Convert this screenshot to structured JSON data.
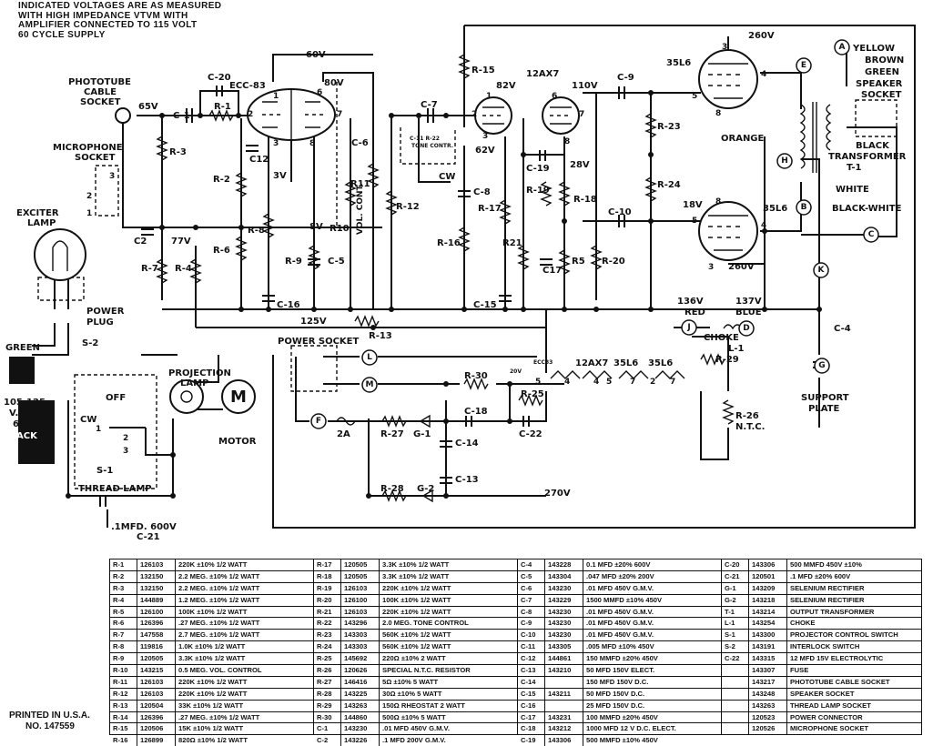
{
  "notes": [
    "INDICATED VOLTAGES ARE AS MEASURED",
    "WITH HIGH IMPEDANCE VTVM WITH",
    "AMPLIFIER CONNECTED TO 115 VOLT",
    "60 CYCLE SUPPLY"
  ],
  "printed": [
    "PRINTED IN U.S.A.",
    "NO. 147559"
  ],
  "tubes": {
    "ecc83": "ECC-83",
    "t12ax7": "12AX7",
    "out1": "35L6",
    "out2": "35L6"
  },
  "voltages": {
    "v60": "60V",
    "v80": "80V",
    "v65": "65V",
    "v3": "3V",
    "v8": "8V",
    "v77": "77V",
    "v125": "125V",
    "v82": "82V",
    "v110": "110V",
    "v62": "62V",
    "v28": "28V",
    "v260a": "260V",
    "v18": "18V",
    "v260b": "260V",
    "v270": "270V",
    "v136": "136V",
    "v137": "137V",
    "v20": "20V"
  },
  "labels": {
    "phototube": [
      "PHOTOTUBE",
      "CABLE",
      "SOCKET"
    ],
    "microphone": [
      "MICROPHONE",
      "SOCKET"
    ],
    "exciter": [
      "EXCITER",
      "LAMP"
    ],
    "powerplug": [
      "POWER",
      "PLUG"
    ],
    "powersocket": "POWER SOCKET",
    "projlamp": [
      "PROJECTION",
      "LAMP"
    ],
    "motor": "MOTOR",
    "supply": [
      "105-125",
      "V.A.C.",
      "60~"
    ],
    "white": "WHITE",
    "green": "GREEN",
    "black": "BLACK",
    "off": "OFF",
    "cw": "CW",
    "cw2": "CW",
    "s1": "S-1",
    "s2": "S-2",
    "threadlamp": "THREAD LAMP",
    "c21": [
      ".1MFD. 600V",
      "C-21"
    ],
    "choke": [
      "CHOKE",
      "L-1"
    ],
    "red": "RED",
    "blue": "BLUE",
    "yellow": "YELLOW",
    "brown": "BROWN",
    "green2": "GREEN",
    "speaker": [
      "SPEAKER",
      "SOCKET"
    ],
    "blacktrans": [
      "BLACK",
      "TRANSFORMER",
      "T-1"
    ],
    "orange": "ORANGE",
    "white2": "WHITE",
    "blackwhite": "BLACK-WHITE",
    "supportplate": [
      "SUPPORT",
      "PLATE"
    ],
    "r26ntc": [
      "R-26",
      "N.T.C."
    ],
    "volcont": "VOL. CONT.",
    "tonecont": [
      "C-11 R-22",
      "TONE CONTR."
    ],
    "heater": [
      "ECC83",
      "12AX7",
      "35L6",
      "35L6"
    ],
    "nodes": [
      "A",
      "E",
      "H",
      "B",
      "C",
      "K",
      "G",
      "J",
      "D",
      "L",
      "M",
      "F"
    ],
    "pins": [
      "1",
      "2",
      "3",
      "4",
      "5",
      "6",
      "7",
      "8"
    ]
  },
  "components": {
    "r1": "R-1",
    "r2": "R-2",
    "r3": "R-3",
    "r4": "R-4",
    "r6": "R-6",
    "r7": "R-7",
    "r8": "R-8",
    "r9": "R-9",
    "r10": "R10",
    "r11": "R11",
    "r12": "R-12",
    "r13": "R-13",
    "r15": "R-15",
    "r16": "R-16",
    "r17": "R-17",
    "r18": "R-18",
    "r19": "R-19",
    "r20": "R-20",
    "r21": "R21",
    "r23": "R-23",
    "r24": "R-24",
    "r25": "R-25",
    "r27": "R-27",
    "r28": "R-28",
    "r29": "R-29",
    "r30": "R-30",
    "r5": "R5",
    "c1": "C-1",
    "c2": "C2",
    "c4": "C-4",
    "c5": "C-5",
    "c6": "C-6",
    "c7": "C-7",
    "c8": "C-8",
    "c9": "C-9",
    "c10": "C-10",
    "c12": "C12",
    "c13": "C-13",
    "c14": "C-14",
    "c15": "C-15",
    "c16": "C-16",
    "c17": "C17",
    "c18": "C-18",
    "c19": "C-19",
    "c20": "C-20",
    "c22": "C-22",
    "g1": "G-1",
    "g2": "G-2",
    "twoa": "2A"
  },
  "parts_table": [
    [
      [
        "R-1",
        "126103",
        "220K ±10% 1/2 WATT"
      ],
      [
        "R-2",
        "132150",
        "2.2 MEG. ±10% 1/2 WATT"
      ],
      [
        "R-3",
        "132150",
        "2.2 MEG. ±10% 1/2 WATT"
      ],
      [
        "R-4",
        "144889",
        "1.2 MEG. ±10% 1/2 WATT"
      ],
      [
        "R-5",
        "126100",
        "100K ±10% 1/2 WATT"
      ],
      [
        "R-6",
        "126396",
        ".27 MEG. ±10% 1/2 WATT"
      ],
      [
        "R-7",
        "147558",
        "2.7 MEG. ±10% 1/2 WATT"
      ],
      [
        "R-8",
        "119816",
        "1.0K ±10% 1/2 WATT"
      ],
      [
        "R-9",
        "120505",
        "3.3K ±10% 1/2 WATT"
      ],
      [
        "R-10",
        "143215",
        "0.5 MEG. VOL. CONTROL"
      ],
      [
        "R-11",
        "126103",
        "220K ±10% 1/2 WATT"
      ],
      [
        "R-12",
        "126103",
        "220K ±10% 1/2 WATT"
      ],
      [
        "R-13",
        "120504",
        "33K ±10% 1/2 WATT"
      ],
      [
        "R-14",
        "126396",
        ".27 MEG. ±10% 1/2 WATT"
      ],
      [
        "R-15",
        "120506",
        "15K ±10% 1/2 WATT"
      ],
      [
        "R-16",
        "126899",
        "820Ω ±10% 1/2 WATT"
      ]
    ],
    [
      [
        "R-17",
        "120505",
        "3.3K ±10% 1/2 WATT"
      ],
      [
        "R-18",
        "120505",
        "3.3K ±10% 1/2 WATT"
      ],
      [
        "R-19",
        "126103",
        "220K ±10% 1/2 WATT"
      ],
      [
        "R-20",
        "126100",
        "100K ±10% 1/2 WATT"
      ],
      [
        "R-21",
        "126103",
        "220K ±10% 1/2 WATT"
      ],
      [
        "R-22",
        "143296",
        "2.0 MEG. TONE CONTROL"
      ],
      [
        "R-23",
        "143303",
        "560K ±10% 1/2 WATT"
      ],
      [
        "R-24",
        "143303",
        "560K ±10% 1/2 WATT"
      ],
      [
        "R-25",
        "145692",
        "220Ω ±10% 2 WATT"
      ],
      [
        "R-26",
        "120626",
        "SPECIAL N.T.C. RESISTOR"
      ],
      [
        "R-27",
        "146416",
        "5Ω ±10% 5 WATT"
      ],
      [
        "R-28",
        "143225",
        "30Ω ±10% 5 WATT"
      ],
      [
        "R-29",
        "143263",
        "150Ω RHEOSTAT 2 WATT"
      ],
      [
        "R-30",
        "144860",
        "500Ω ±10% 5 WATT"
      ],
      [
        "C-1",
        "143230",
        ".01 MFD 450V G.M.V."
      ],
      [
        "C-2",
        "143226",
        ".1 MFD 200V G.M.V."
      ]
    ],
    [
      [
        "C-4",
        "143228",
        "0.1 MFD ±20% 600V"
      ],
      [
        "C-5",
        "143304",
        ".047 MFD ±20% 200V"
      ],
      [
        "C-6",
        "143230",
        ".01 MFD 450V G.M.V."
      ],
      [
        "C-7",
        "143229",
        "1500 MMFD ±10% 450V"
      ],
      [
        "C-8",
        "143230",
        ".01 MFD 450V G.M.V."
      ],
      [
        "C-9",
        "143230",
        ".01 MFD 450V G.M.V."
      ],
      [
        "C-10",
        "143230",
        ".01 MFD 450V G.M.V."
      ],
      [
        "C-11",
        "143305",
        ".005 MFD ±10% 450V"
      ],
      [
        "C-12",
        "144861",
        "150 MMFD ±20% 450V"
      ],
      [
        "C-13",
        "143210",
        "50 MFD 150V ELECT."
      ],
      [
        "C-14",
        "",
        "150 MFD 150V D.C."
      ],
      [
        "C-15",
        "143211",
        "50 MFD 150V D.C."
      ],
      [
        "C-16",
        "",
        "25 MFD 150V D.C."
      ],
      [
        "C-17",
        "143231",
        "100 MMFD ±20% 450V"
      ],
      [
        "C-18",
        "143212",
        "1000 MFD 12 V D.C. ELECT."
      ],
      [
        "C-19",
        "143306",
        "500 MMFD ±10% 450V"
      ]
    ],
    [
      [
        "C-20",
        "143306",
        "500 MMFD 450V ±10%"
      ],
      [
        "C-21",
        "120501",
        ".1 MFD ±20% 600V"
      ],
      [
        "G-1",
        "143209",
        "SELENIUM RECTIFIER"
      ],
      [
        "G-2",
        "143218",
        "SELENIUM RECTIFIER"
      ],
      [
        "T-1",
        "143214",
        "OUTPUT TRANSFORMER"
      ],
      [
        "L-1",
        "143254",
        "CHOKE"
      ],
      [
        "S-1",
        "143300",
        "PROJECTOR CONTROL SWITCH"
      ],
      [
        "S-2",
        "143191",
        "INTERLOCK SWITCH"
      ],
      [
        "C-22",
        "143315",
        "12 MFD 15V ELECTROLYTIC"
      ],
      [
        "",
        "143307",
        "FUSE"
      ],
      [
        "",
        "143217",
        "PHOTOTUBE CABLE SOCKET"
      ],
      [
        "",
        "143248",
        "SPEAKER SOCKET"
      ],
      [
        "",
        "143263",
        "THREAD LAMP SOCKET"
      ],
      [
        "",
        "120523",
        "POWER CONNECTOR"
      ],
      [
        "",
        "120526",
        "MICROPHONE SOCKET"
      ],
      [
        "",
        "",
        ""
      ]
    ]
  ]
}
